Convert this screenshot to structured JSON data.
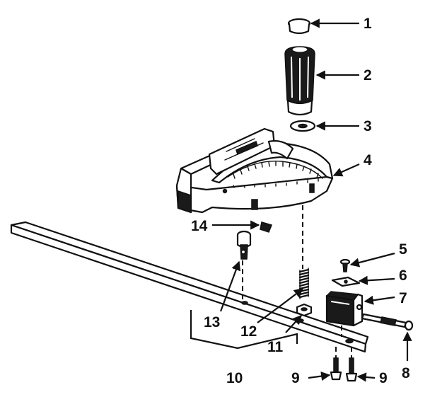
{
  "callouts": {
    "c1": "1",
    "c2": "2",
    "c3": "3",
    "c4": "4",
    "c5": "5",
    "c6": "6",
    "c7": "7",
    "c8": "8",
    "c9a": "9",
    "c9b": "9",
    "c10": "10",
    "c11": "11",
    "c12": "12",
    "c13": "13",
    "c14": "14"
  },
  "colors": {
    "ink": "#111111",
    "paper": "#ffffff"
  }
}
